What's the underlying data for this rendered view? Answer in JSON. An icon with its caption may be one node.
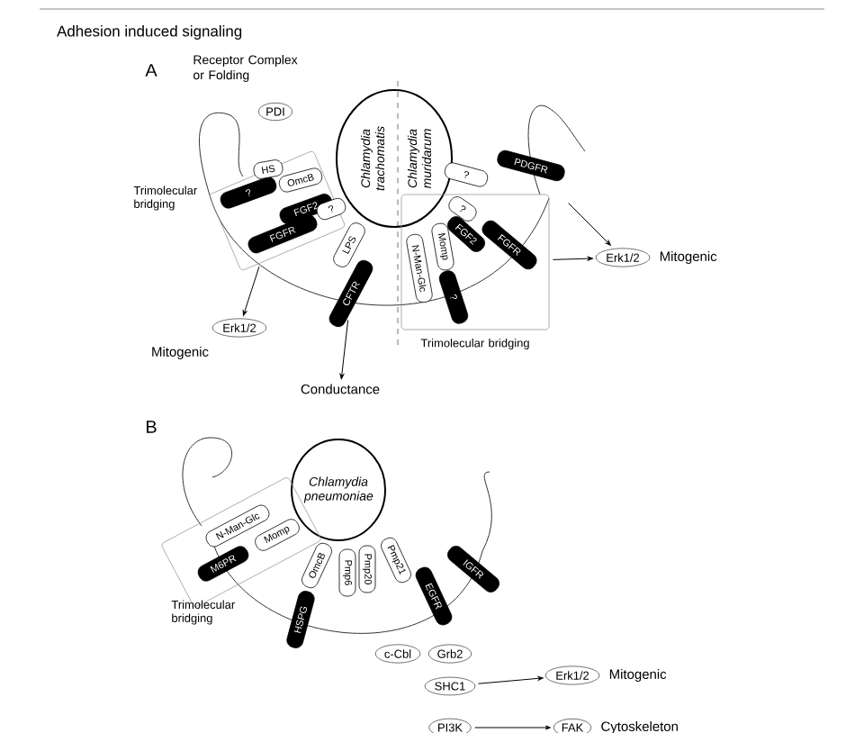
{
  "diagram": {
    "title": "Adhesion induced signaling",
    "nodes": [
      {
        "text": [
          "Trimolecular bridging"
        ]
      },
      {
        "text": [
          "?"
        ],
        "in": 0
      },
      {
        "text": [
          "HS"
        ],
        "in": 0
      },
      {
        "text": [
          "OmcB"
        ],
        "in": 0
      },
      {
        "text": [
          "FGF2"
        ],
        "in": 0
      },
      {
        "text": [
          "?"
        ],
        "in": 0
      },
      {
        "text": [
          "FGFR"
        ],
        "in": 0
      },
      {
        "text": [
          "PDI"
        ]
      },
      {
        "text": [
          "Chlamydia trachomatis",
          "Chlamydia muridarum"
        ]
      },
      {
        "text": [
          "Trimolecular bridging"
        ]
      },
      {
        "text": [
          "Momp"
        ],
        "in": 9
      },
      {
        "text": [
          "N-Man-Glc"
        ],
        "in": 9
      },
      {
        "text": [
          "?"
        ],
        "in": 9
      },
      {
        "text": [
          "?"
        ],
        "in": 9
      },
      {
        "text": [
          "FGF2"
        ],
        "in": 9
      },
      {
        "text": [
          "FGFR"
        ],
        "in": 9
      },
      {
        "text": [
          "?"
        ]
      },
      {
        "text": [
          "PDGFR"
        ]
      },
      {
        "text": [
          "LPS"
        ]
      },
      {
        "text": [
          "CFTR"
        ]
      },
      {
        "text": [
          "Erk1/2"
        ],
        "beside": [
          "Mitogenic"
        ]
      },
      {
        "text": [
          "Conductance"
        ]
      },
      {
        "text": [
          "Erk1/2"
        ],
        "beside": [
          "Mitogenic"
        ]
      },
      {
        "text": [
          "Chlamydia pneumoniae"
        ]
      },
      {
        "text": [
          "Trimolecular bridging"
        ]
      },
      {
        "text": [
          "N-Man-Glc"
        ],
        "in": 24
      },
      {
        "text": [
          "Momp"
        ],
        "in": 24
      },
      {
        "text": [
          "M6PR"
        ],
        "in": 24
      },
      {
        "text": [
          "OmcB"
        ]
      },
      {
        "text": [
          "HSPG"
        ]
      },
      {
        "text": [
          "Pmp6"
        ]
      },
      {
        "text": [
          "Pmp20"
        ]
      },
      {
        "text": [
          "Pmp21"
        ]
      },
      {
        "text": [
          "EGFR"
        ]
      },
      {
        "text": [
          "IGFR"
        ]
      },
      {
        "text": [
          "c-Cbl"
        ]
      },
      {
        "text": [
          "Grb2"
        ]
      },
      {
        "text": [
          "SHC1"
        ]
      },
      {
        "text": [
          "Erk1/2"
        ],
        "beside": [
          "Mitogenic"
        ]
      },
      {
        "text": [
          "PI3K"
        ]
      },
      {
        "text": [
          "FAK"
        ],
        "beside": [
          "Cytoskeleton"
        ]
      }
    ],
    "edges": [
      {
        "from": 0,
        "to": 20,
        "arrow": "to"
      },
      {
        "from": 19,
        "to": 21,
        "arrow": "to"
      },
      {
        "from": 9,
        "to": 22,
        "arrow": "to"
      },
      {
        "from": 17,
        "to": 22,
        "arrow": "to"
      },
      {
        "from": 37,
        "to": 38,
        "arrow": "to"
      },
      {
        "from": 39,
        "to": 40,
        "arrow": "to"
      }
    ],
    "labels": [
      "A",
      "Receptor Complex or Folding",
      "B"
    ]
  }
}
